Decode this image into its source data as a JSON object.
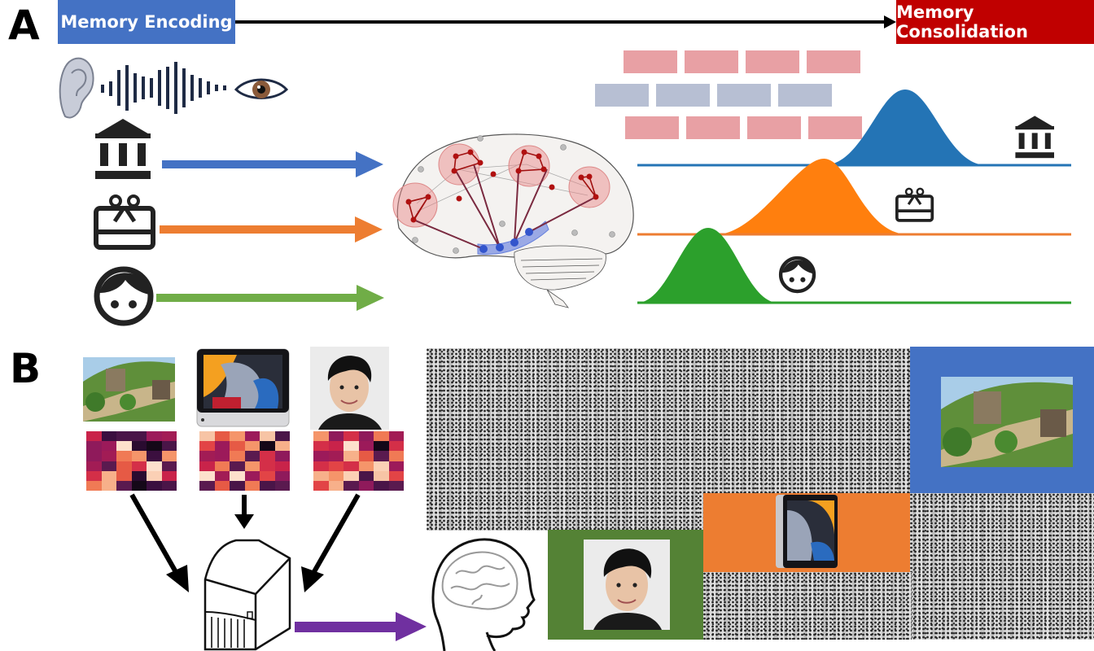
{
  "panels": {
    "a": {
      "label": "A"
    },
    "b": {
      "label": "B"
    }
  },
  "timeline": {
    "start_label": "Memory Encoding",
    "end_label": "Memory Consolidation",
    "start_color": "#4472C4",
    "end_color": "#C00000"
  },
  "categories": [
    {
      "name": "landmark",
      "icon": "bank-icon",
      "color": "#4472C4",
      "peak_color": "#2474B5"
    },
    {
      "name": "object",
      "icon": "gift-card-icon",
      "color": "#ED7D31",
      "peak_color": "#FF7F0E"
    },
    {
      "name": "face",
      "icon": "face-icon",
      "color": "#70AD47",
      "peak_color": "#2CA02C"
    }
  ],
  "colors": {
    "brick_red": "#E8A0A4",
    "brick_blue": "#B7BFD3",
    "arrow_purple": "#7030A0",
    "frame_blue": "#4472C4",
    "frame_orange": "#ED7D31",
    "frame_green": "#548235"
  },
  "heatmaps": [
    [
      [
        "#c9234a",
        "#3b0f3f",
        "#4a1548",
        "#4a1548",
        "#9c1a5a",
        "#a21c55"
      ],
      [
        "#8f1a5b",
        "#9c1a5a",
        "#fde0cc",
        "#2a0b30",
        "#150818",
        "#4a1548"
      ],
      [
        "#8f1a5b",
        "#a21c55",
        "#f07a55",
        "#f5956a",
        "#3b0f3f",
        "#f5956a"
      ],
      [
        "#a21c55",
        "#5a1a4f",
        "#e65a45",
        "#d42f48",
        "#fde0cc",
        "#5a1a4f"
      ],
      [
        "#d42f48",
        "#f7b08a",
        "#e65a45",
        "#2a0b30",
        "#fbd0b5",
        "#c9234a"
      ],
      [
        "#f07a55",
        "#f7b08a",
        "#5a1a4f",
        "#150818",
        "#3b0f3f",
        "#4a1548"
      ]
    ],
    [
      [
        "#f7c4a5",
        "#e65a45",
        "#f5956a",
        "#9c1a5a",
        "#f7c4a5",
        "#4a1548"
      ],
      [
        "#e24446",
        "#9c1a5a",
        "#e65a45",
        "#f5956a",
        "#150818",
        "#f7b08a"
      ],
      [
        "#a21c55",
        "#9c1a5a",
        "#f07a55",
        "#5a1a4f",
        "#d42f48",
        "#8f1a5b"
      ],
      [
        "#c9234a",
        "#f07a55",
        "#5a1a4f",
        "#f5956a",
        "#d42f48",
        "#c9234a"
      ],
      [
        "#fde0cc",
        "#a21c55",
        "#fde0cc",
        "#9c1a5a",
        "#e24446",
        "#8f1a5b"
      ],
      [
        "#5a1a4f",
        "#e65a45",
        "#4a1548",
        "#f07a55",
        "#4a1548",
        "#5a1a4f"
      ]
    ],
    [
      [
        "#f5956a",
        "#8f1a5b",
        "#d42f48",
        "#8f1a5b",
        "#f07a55",
        "#a21c55"
      ],
      [
        "#d42f48",
        "#c9234a",
        "#fde0cc",
        "#9c1a5a",
        "#150818",
        "#d42f48"
      ],
      [
        "#9c1a5a",
        "#a21c55",
        "#f7b08a",
        "#e65a45",
        "#5a1a4f",
        "#f07a55"
      ],
      [
        "#d42f48",
        "#e24446",
        "#d42f48",
        "#f5956a",
        "#fbd0b5",
        "#9c1a5a"
      ],
      [
        "#f7b08a",
        "#f5956a",
        "#fbd0b5",
        "#4a1548",
        "#f7c4a5",
        "#e24446"
      ],
      [
        "#e24446",
        "#f7b08a",
        "#5a1a4f",
        "#8f1a5b",
        "#4a1548",
        "#5a1a4f"
      ]
    ]
  ],
  "stimuli": [
    {
      "name": "great-wall-photo"
    },
    {
      "name": "tablet-photo"
    },
    {
      "name": "face-photo"
    }
  ]
}
